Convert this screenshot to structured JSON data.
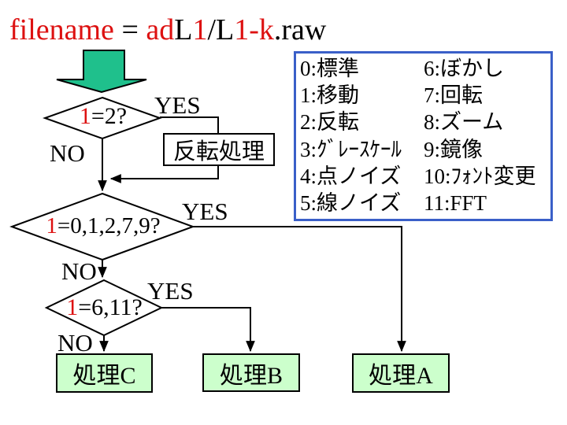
{
  "title": {
    "segments": [
      {
        "text": "filename",
        "color": "#dd1111"
      },
      {
        "text": " = ",
        "color": "#000000"
      },
      {
        "text": "ad",
        "color": "#dd1111"
      },
      {
        "text": "L",
        "color": "#000000"
      },
      {
        "text": "1",
        "color": "#dd1111"
      },
      {
        "text": "/L",
        "color": "#000000"
      },
      {
        "text": "1-k",
        "color": "#dd1111"
      },
      {
        "text": ".raw",
        "color": "#000000"
      }
    ]
  },
  "flowchart": {
    "decisions": [
      {
        "variable": "1",
        "condition": "=2?",
        "yes_label": "YES",
        "no_label": "NO"
      },
      {
        "variable": "1",
        "condition": "=0,1,2,7,9?",
        "yes_label": "YES",
        "no_label": "NO"
      },
      {
        "variable": "1",
        "condition": "=6,11?",
        "yes_label": "YES",
        "no_label": "NO"
      }
    ],
    "process_boxes": [
      {
        "label": "反転処理"
      },
      {
        "label": "処理C"
      },
      {
        "label": "処理B"
      },
      {
        "label": "処理A"
      }
    ]
  },
  "legend": {
    "rows": [
      {
        "left": "0:標準",
        "right": "6:ぼかし"
      },
      {
        "left": "1:移動",
        "right": "7:回転"
      },
      {
        "left": "2:反転",
        "right": "8:ズーム"
      },
      {
        "left": "3:ｸﾞﾚｰｽｹｰﾙ",
        "right": "9:鏡像"
      },
      {
        "left": "4:点ノイズ",
        "right": "10:ﾌｫﾝﾄ変更"
      },
      {
        "left": "5:線ノイズ",
        "right": "11:FFT"
      }
    ]
  },
  "colors": {
    "accent_red": "#dd1111",
    "legend_border_blue": "#3a5fc8",
    "block_arrow_green": "#1fc08c",
    "process_box_green": "#ccffcc",
    "line_black": "#000000"
  }
}
